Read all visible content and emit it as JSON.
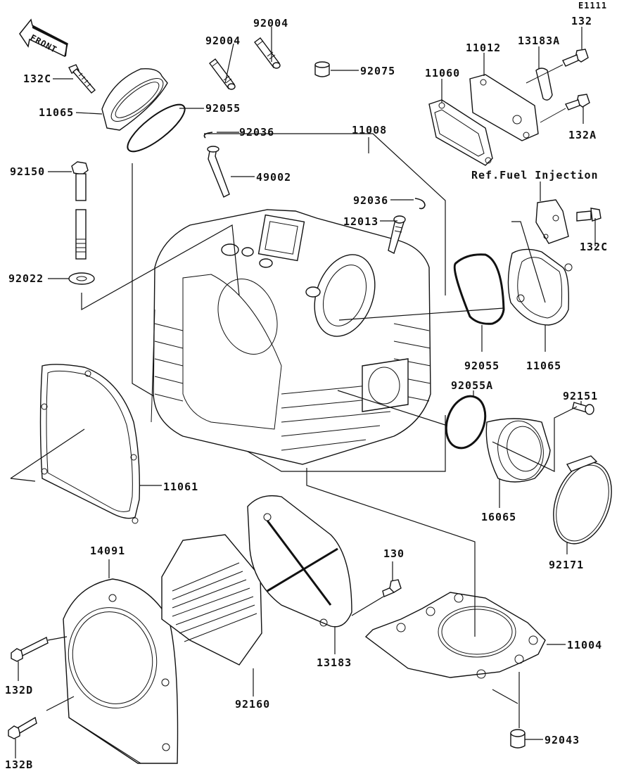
{
  "diagram": {
    "code": "E1111",
    "front_label": "FRONT",
    "reference_note": "Ref.Fuel Injection",
    "labels": {
      "p92004a": "92004",
      "p92004b": "92004",
      "p92075": "92075",
      "p132c_top": "132C",
      "p11065_top": "11065",
      "p92055_top": "92055",
      "p92036_top": "92036",
      "p11008": "11008",
      "p92150": "92150",
      "p49002": "49002",
      "p92036_mid": "92036",
      "p12013": "12013",
      "p92022": "92022",
      "p11060": "11060",
      "p11012": "11012",
      "p13183a": "13183A",
      "p132": "132",
      "p132a": "132A",
      "p132c_right": "132C",
      "p92055_right": "92055",
      "p11065_right": "11065",
      "p92055a": "92055A",
      "p92151": "92151",
      "p16065": "16065",
      "p92171": "92171",
      "p11061": "11061",
      "p14091": "14091",
      "p130": "130",
      "p13183": "13183",
      "p11004": "11004",
      "p132d": "132D",
      "p92160": "92160",
      "p132b": "132B",
      "p92043": "92043"
    }
  }
}
